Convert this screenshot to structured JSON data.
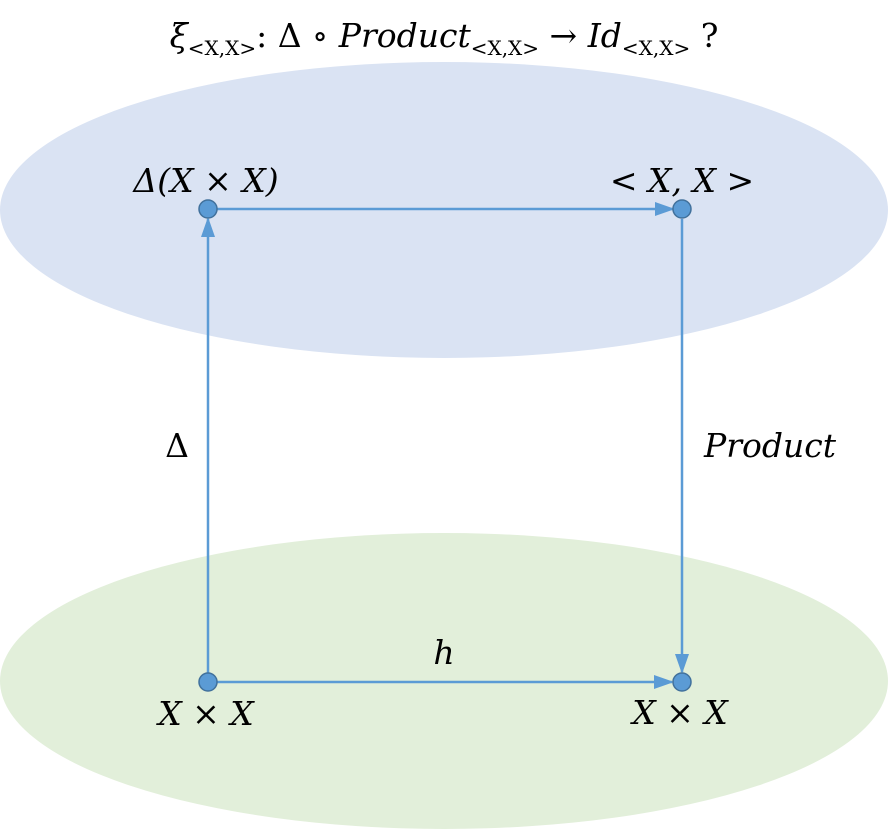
{
  "title": {
    "xi": "ξ",
    "sub1": "<X,X>",
    "mid": ": Δ ∘ ",
    "product": "Product",
    "sub2": "<X,X>",
    "arrow": " → ",
    "id": "Id",
    "sub3": "<X,X>",
    "qmark": " ?"
  },
  "nodes": {
    "top_left_label": "Δ(X × X)",
    "top_right_label": "< X, X >",
    "bottom_left_label": "X × X",
    "bottom_right_label": "X × X"
  },
  "arrows": {
    "left_label": "Δ",
    "right_label": "Product",
    "bottom_label": "h"
  },
  "colors": {
    "top_ellipse": "#dae3f3",
    "bottom_ellipse": "#e2efda",
    "arrow": "#5b9bd5",
    "node_fill": "#5b9bd5",
    "node_stroke": "#41719c"
  }
}
